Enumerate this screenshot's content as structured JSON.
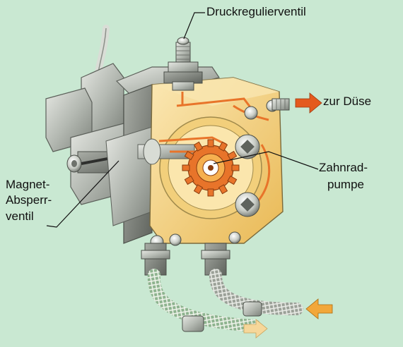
{
  "labels": {
    "druckregulierventil": "Druckregulierventil",
    "zur_duese": "zur Düse",
    "zahnradpumpe_line1": "Zahnrad-",
    "zahnradpumpe_line2": "pumpe",
    "magnet_line1": "Magnet-",
    "magnet_line2": "Absperr-",
    "magnet_line3": "ventil"
  },
  "colors": {
    "background": "#c9e8d2",
    "body_metal": "#b9bdb7",
    "cutaway_yellow": "#f6d98a",
    "oil_orange": "#e8742a",
    "arrow_orange": "#e45a1e",
    "inflow_arrow": "#f2a73a",
    "magnet_blue": "#4f8fd0"
  },
  "icons": {
    "outflow_arrow": "arrow-right-orange",
    "inflow_arrow": "arrow-left-yellow",
    "return_arrow": "arrow-right-pale"
  }
}
